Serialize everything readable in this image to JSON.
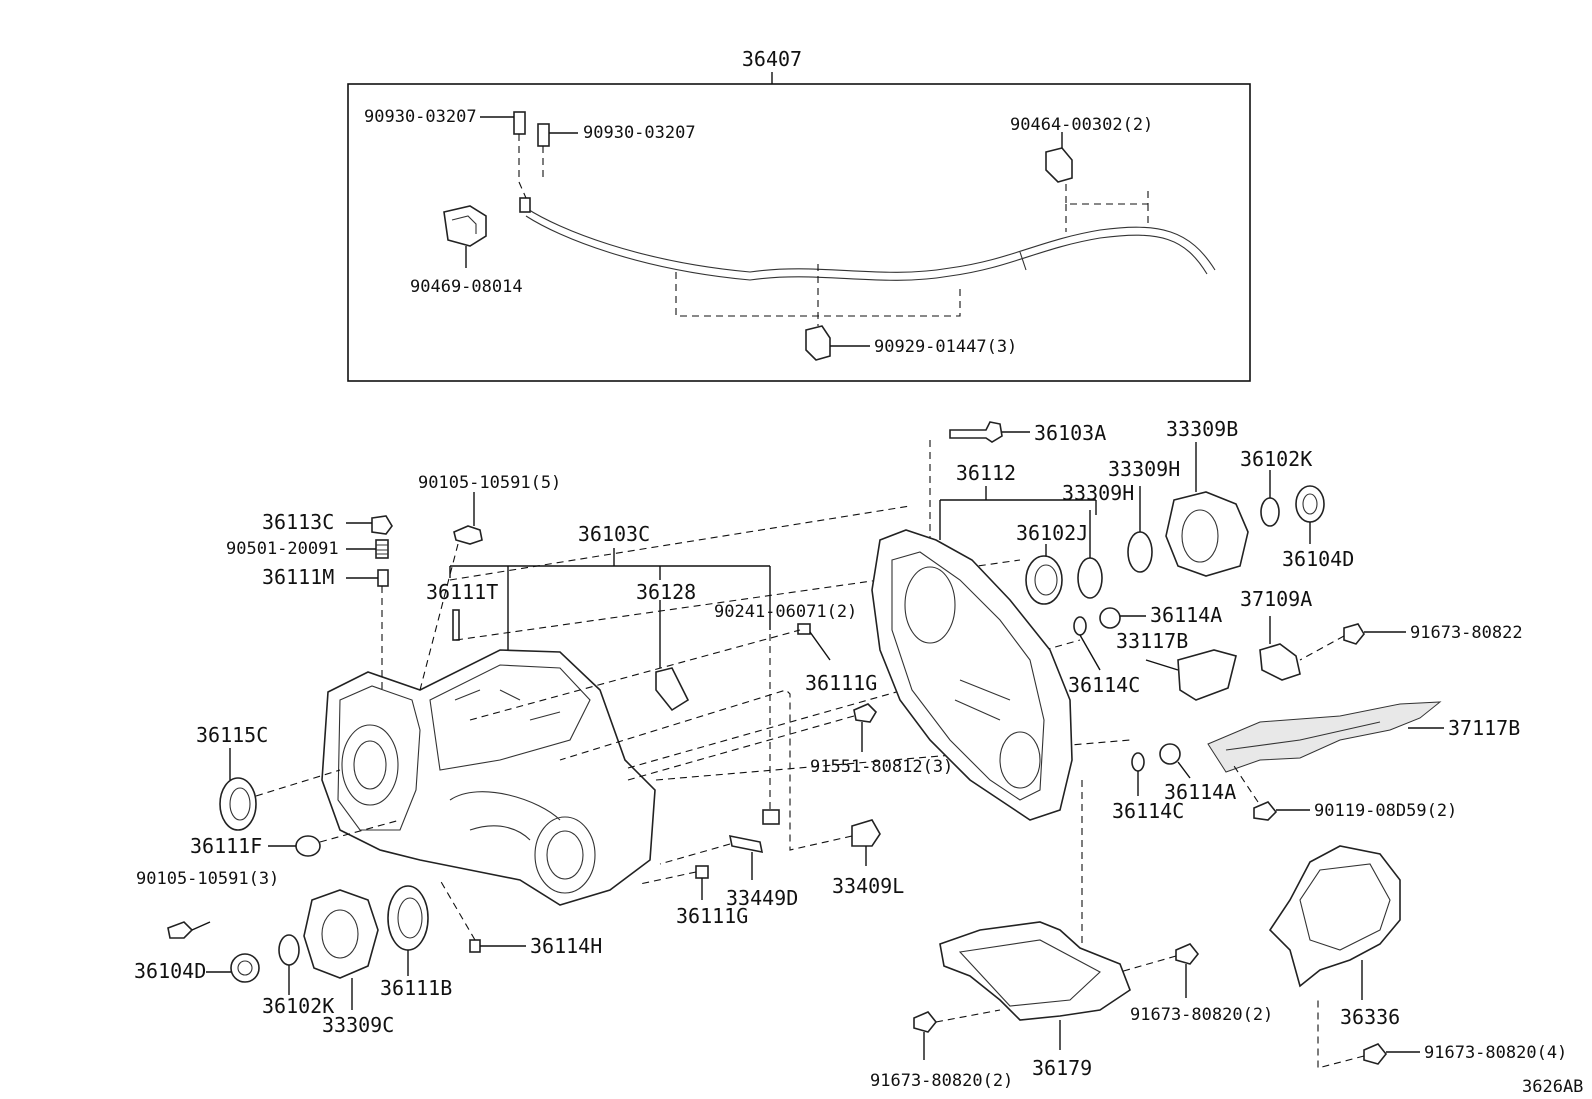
{
  "diagram_code": "3626AB",
  "hose_assembly": {
    "label": "36407",
    "parts": {
      "hose_left": "90930-03207",
      "hose_right": "90930-03207",
      "clamp_top": "90464-00302(2)",
      "clip_left": "90469-08014",
      "clamp_bottom": "90929-01447(3)"
    }
  },
  "labels": {
    "p36103A": "36103A",
    "p33309B": "33309B",
    "p36102K_r": "36102K",
    "p36112": "36112",
    "p33309H_a": "33309H",
    "p33309H_b": "33309H",
    "p36102J": "36102J",
    "p36104D_r": "36104D",
    "p37109A": "37109A",
    "p91673_80822": "91673-80822",
    "p36114A_a": "36114A",
    "p33117B": "33117B",
    "p36114C_a": "36114C",
    "p37117B": "37117B",
    "p36114A_b": "36114A",
    "p36114C_b": "36114C",
    "p90119": "90119-08D59(2)",
    "p90105_5": "90105-10591(5)",
    "p36113C": "36113C",
    "p90501": "90501-20091",
    "p36111M": "36111M",
    "p36103C": "36103C",
    "p36111T": "36111T",
    "p36128": "36128",
    "p90241": "90241-06071(2)",
    "p36111G_a": "36111G",
    "p36115C": "36115C",
    "p91551": "91551-80812(3)",
    "p36111F": "36111F",
    "p90105_3": "90105-10591(3)",
    "p33449D": "33449D",
    "p33409L": "33409L",
    "p36111G_b": "36111G",
    "p36114H": "36114H",
    "p36104D_l": "36104D",
    "p36102K_l": "36102K",
    "p33309C": "33309C",
    "p36111B": "36111B",
    "p91673_a": "91673-80820(2)",
    "p36336": "36336",
    "p91673_b": "91673-80820(2)",
    "p36179": "36179",
    "p91673_c": "91673-80820(4)"
  }
}
